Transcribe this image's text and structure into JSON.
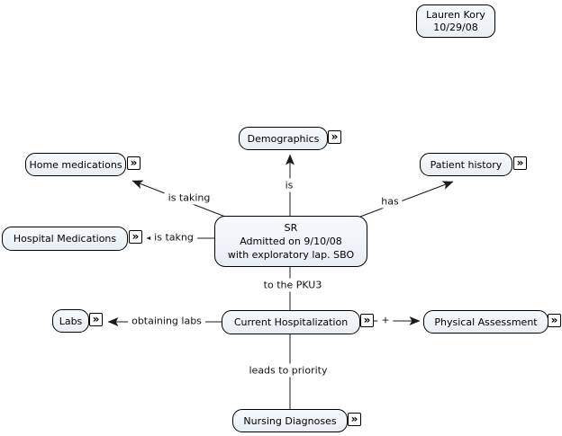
{
  "annotation": {
    "line1": "Lauren Kory",
    "line2": "10/29/08"
  },
  "nodes": {
    "demographics": {
      "label": "Demographics"
    },
    "home_medications": {
      "label": "Home medications"
    },
    "patient_history": {
      "label": "Patient history"
    },
    "hospital_medications": {
      "label": "Hospital Medications"
    },
    "central": {
      "line1": "SR",
      "line2": "Admitted on 9/10/08",
      "line3": "with exploratory lap. SBO"
    },
    "labs": {
      "label": "Labs"
    },
    "current_hospitalization": {
      "label": "Current Hospitalization"
    },
    "physical_assessment": {
      "label": "Physical Assessment"
    },
    "nursing_diagnoses": {
      "label": "Nursing Diagnoses"
    }
  },
  "links": {
    "is_taking": "is taking",
    "is": "is",
    "has": "has",
    "is_takng": "is takng",
    "to_the_pku3": "to the PKU3",
    "obtaining_labs": "obtaining labs",
    "plus": "+",
    "leads_to_priority": "leads to priority"
  },
  "icons": {
    "resource_icon": "»"
  },
  "colors": {
    "background": "#ffffff",
    "node_fill_top": "#f7fafc",
    "node_fill_bottom": "#e7eef4",
    "node_border": "#000000",
    "line": "#1a1a1a"
  }
}
